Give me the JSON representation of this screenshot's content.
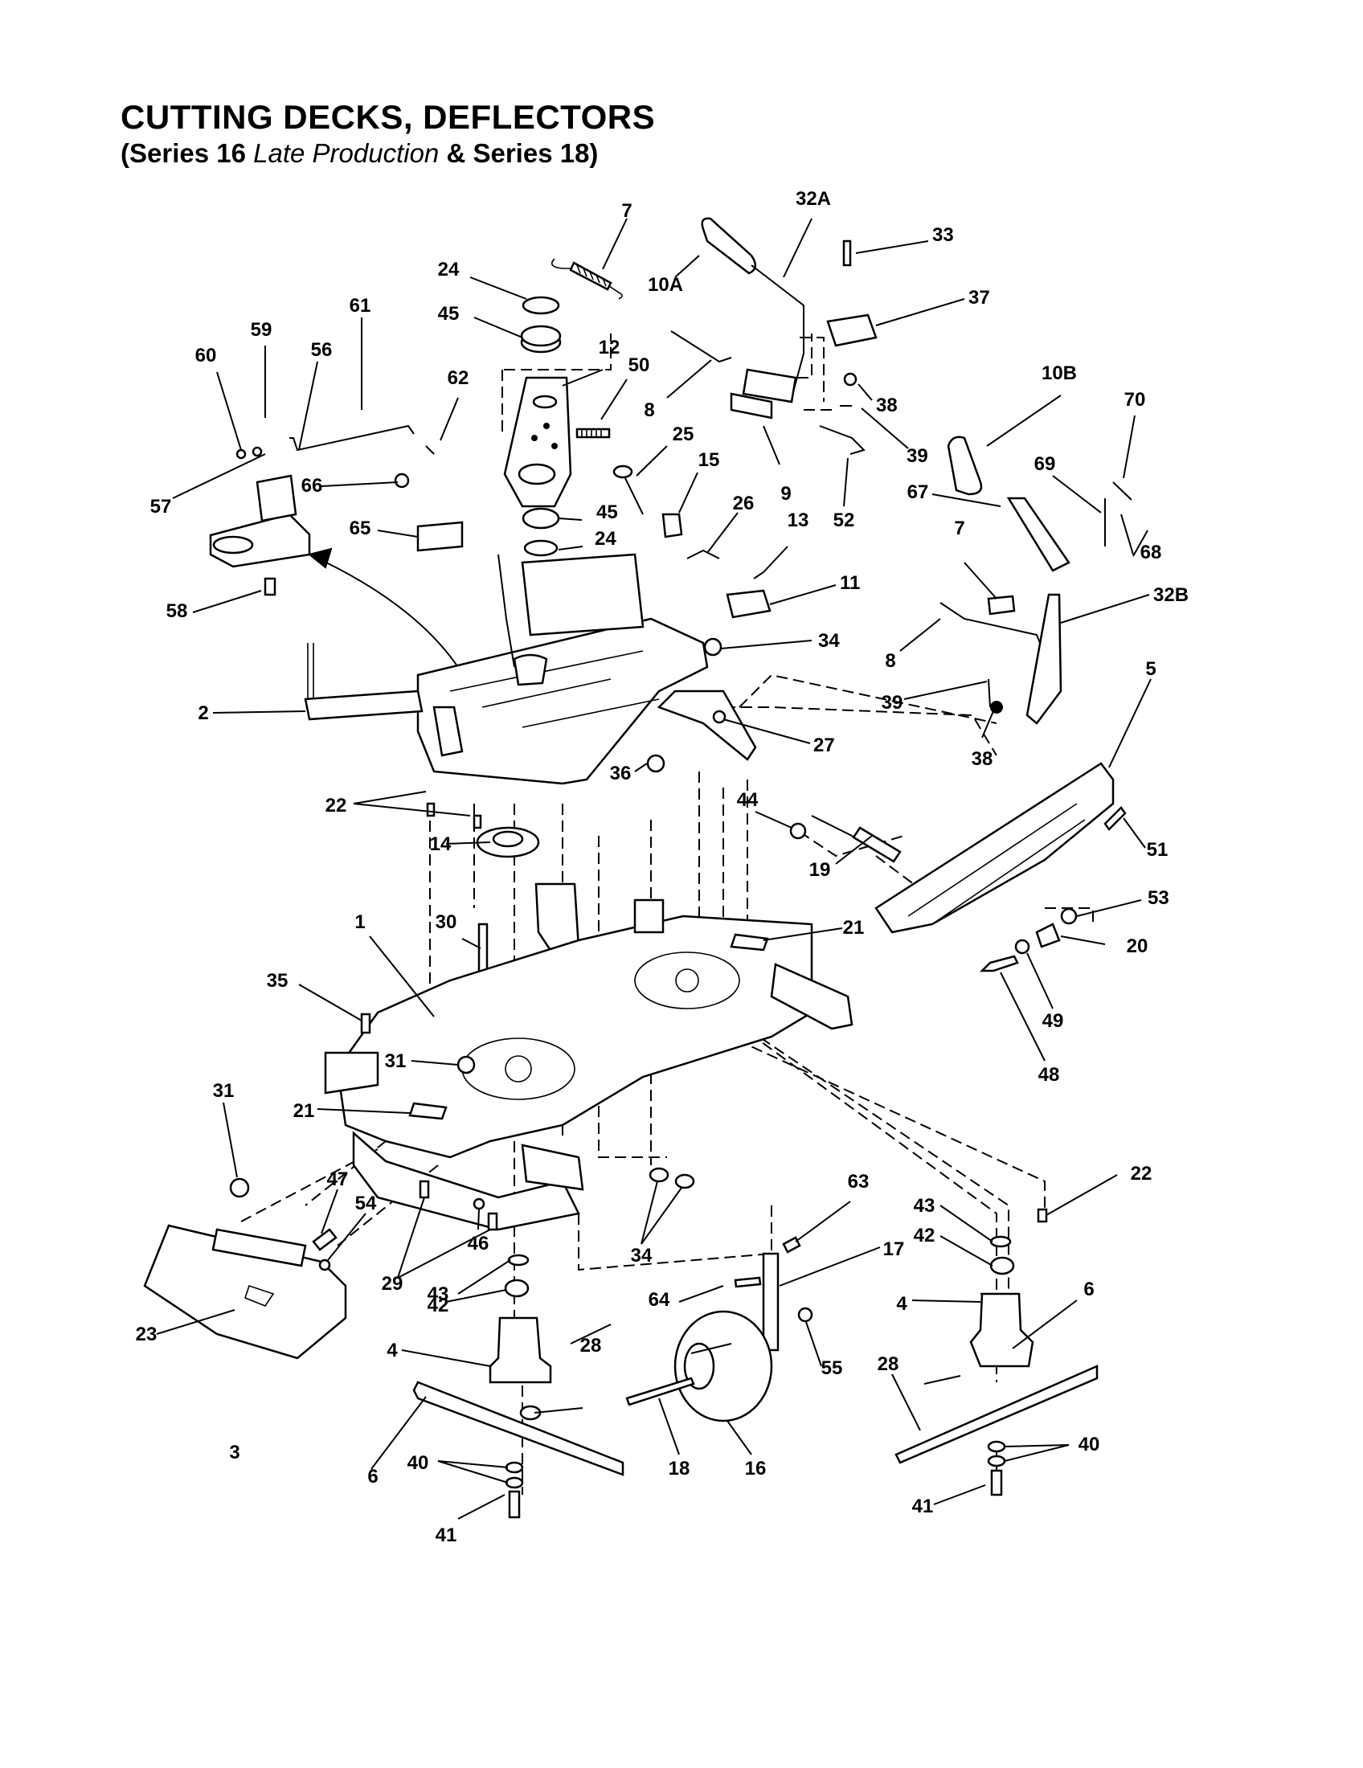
{
  "header": {
    "title": "CUTTING DECKS,  DEFLECTORS",
    "subtitle_pre": "(Series 16 ",
    "subtitle_italic": "Late Production",
    "subtitle_post": " & Series 18)"
  },
  "callouts": [
    {
      "id": "c7a",
      "label": "7"
    },
    {
      "id": "c32a",
      "label": "32A"
    },
    {
      "id": "c33",
      "label": "33"
    },
    {
      "id": "c24a",
      "label": "24"
    },
    {
      "id": "c10a",
      "label": "10A"
    },
    {
      "id": "c37",
      "label": "37"
    },
    {
      "id": "c61",
      "label": "61"
    },
    {
      "id": "c45a",
      "label": "45"
    },
    {
      "id": "c59",
      "label": "59"
    },
    {
      "id": "c56",
      "label": "56"
    },
    {
      "id": "c60",
      "label": "60"
    },
    {
      "id": "c12",
      "label": "12"
    },
    {
      "id": "c50",
      "label": "50"
    },
    {
      "id": "c62",
      "label": "62"
    },
    {
      "id": "c8a",
      "label": "8"
    },
    {
      "id": "c38a",
      "label": "38"
    },
    {
      "id": "c10b",
      "label": "10B"
    },
    {
      "id": "c70",
      "label": "70"
    },
    {
      "id": "c25",
      "label": "25"
    },
    {
      "id": "c39a",
      "label": "39"
    },
    {
      "id": "c15",
      "label": "15"
    },
    {
      "id": "c69",
      "label": "69"
    },
    {
      "id": "c9",
      "label": "9"
    },
    {
      "id": "c57",
      "label": "57"
    },
    {
      "id": "c66",
      "label": "66"
    },
    {
      "id": "c45b",
      "label": "45"
    },
    {
      "id": "c26",
      "label": "26"
    },
    {
      "id": "c67",
      "label": "67"
    },
    {
      "id": "c52",
      "label": "52"
    },
    {
      "id": "c65",
      "label": "65"
    },
    {
      "id": "c24b",
      "label": "24"
    },
    {
      "id": "c13",
      "label": "13"
    },
    {
      "id": "c68",
      "label": "68"
    },
    {
      "id": "c7b",
      "label": "7"
    },
    {
      "id": "c11",
      "label": "11"
    },
    {
      "id": "c58",
      "label": "58"
    },
    {
      "id": "c32b",
      "label": "32B"
    },
    {
      "id": "c34a",
      "label": "34"
    },
    {
      "id": "c5",
      "label": "5"
    },
    {
      "id": "c8b",
      "label": "8"
    },
    {
      "id": "c2",
      "label": "2"
    },
    {
      "id": "c39b",
      "label": "39"
    },
    {
      "id": "c27",
      "label": "27"
    },
    {
      "id": "c38b",
      "label": "38"
    },
    {
      "id": "c36",
      "label": "36"
    },
    {
      "id": "c22a",
      "label": "22"
    },
    {
      "id": "c44",
      "label": "44"
    },
    {
      "id": "c51",
      "label": "51"
    },
    {
      "id": "c14",
      "label": "14"
    },
    {
      "id": "c19",
      "label": "19"
    },
    {
      "id": "c1",
      "label": "1"
    },
    {
      "id": "c30",
      "label": "30"
    },
    {
      "id": "c53",
      "label": "53"
    },
    {
      "id": "c21a",
      "label": "21"
    },
    {
      "id": "c20",
      "label": "20"
    },
    {
      "id": "c35",
      "label": "35"
    },
    {
      "id": "c49",
      "label": "49"
    },
    {
      "id": "c31a",
      "label": "31"
    },
    {
      "id": "c48",
      "label": "48"
    },
    {
      "id": "c31b",
      "label": "31"
    },
    {
      "id": "c21b",
      "label": "21"
    },
    {
      "id": "c22b",
      "label": "22"
    },
    {
      "id": "c47",
      "label": "47"
    },
    {
      "id": "c63",
      "label": "63"
    },
    {
      "id": "c54",
      "label": "54"
    },
    {
      "id": "c43a",
      "label": "43"
    },
    {
      "id": "c34b",
      "label": "34"
    },
    {
      "id": "c46",
      "label": "46"
    },
    {
      "id": "c17",
      "label": "17"
    },
    {
      "id": "c42a",
      "label": "42"
    },
    {
      "id": "c29",
      "label": "29"
    },
    {
      "id": "c43b",
      "label": "43"
    },
    {
      "id": "c28a",
      "label": "28"
    },
    {
      "id": "c64",
      "label": "64"
    },
    {
      "id": "c4a",
      "label": "4"
    },
    {
      "id": "c42b",
      "label": "42"
    },
    {
      "id": "c23",
      "label": "23"
    },
    {
      "id": "c4b",
      "label": "4"
    },
    {
      "id": "c55",
      "label": "55"
    },
    {
      "id": "c6a",
      "label": "6"
    },
    {
      "id": "c3",
      "label": "3"
    },
    {
      "id": "c28b",
      "label": "28"
    },
    {
      "id": "c6b",
      "label": "6"
    },
    {
      "id": "c40a",
      "label": "40"
    },
    {
      "id": "c18",
      "label": "18"
    },
    {
      "id": "c16",
      "label": "16"
    },
    {
      "id": "c40b",
      "label": "40"
    },
    {
      "id": "c41a",
      "label": "41"
    },
    {
      "id": "c41b",
      "label": "41"
    }
  ]
}
